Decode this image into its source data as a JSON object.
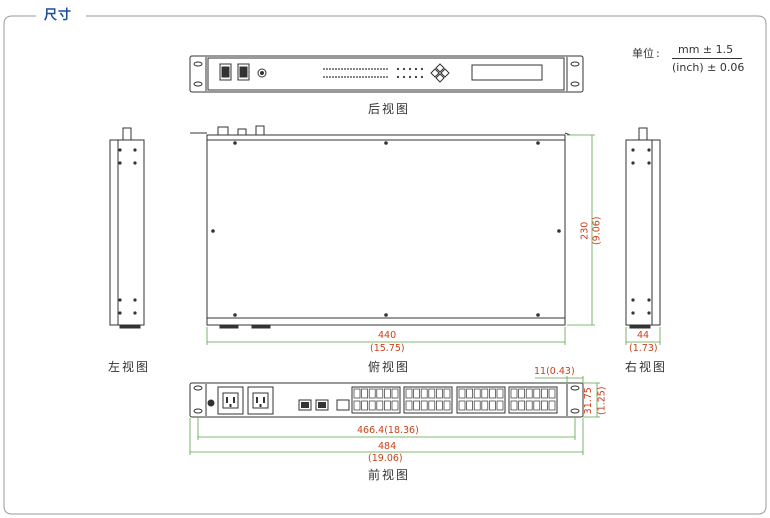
{
  "header": {
    "title": "尺寸"
  },
  "unit": {
    "label": "单位",
    "colon": ":",
    "numerator": "mm ± 1.5",
    "denominator": "(inch) ± 0.06"
  },
  "views": {
    "rear": "后视图",
    "top": "俯视图",
    "left": "左视图",
    "right": "右视图",
    "front": "前视图"
  },
  "dimensions": {
    "depth_mm": "230",
    "depth_in": "(9.06)",
    "width_mm": "440",
    "width_in": "(15.75)",
    "side_mm": "44",
    "side_in": "(1.73)",
    "ear_offset": "11(0.43)",
    "ear_h_mm": "31.75",
    "ear_h_in": "(1.25)",
    "hole_span": "466.4(18.36)",
    "total_mm": "484",
    "total_in": "(19.06)"
  },
  "colors": {
    "header": "#1d4f9a",
    "dimension": "#c8401a",
    "line": "#333333",
    "frame": "#9a9a9a"
  }
}
